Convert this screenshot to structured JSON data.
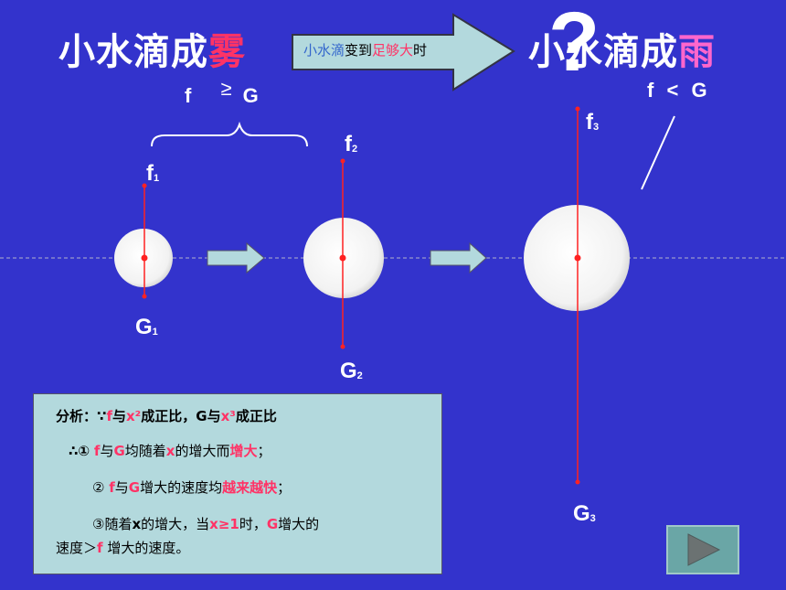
{
  "title_left": {
    "prefix": "小水滴成",
    "highlight": "雾"
  },
  "title_right": {
    "prefix": "小水滴成",
    "highlight": "雨"
  },
  "question_mark": "?",
  "arrow_banner": {
    "part1": "小水滴",
    "part2": "变到",
    "part3": "足够大",
    "part4": "时"
  },
  "relation_left": {
    "f": "f",
    "sign": "≥",
    "g": "G"
  },
  "relation_right": {
    "f": "f",
    "sign": "<",
    "g": "G"
  },
  "labels": {
    "f1": "f",
    "f1_sub": "1",
    "g1": "G",
    "g1_sub": "1",
    "f2": "f",
    "f2_sub": "2",
    "g2": "G",
    "g2_sub": "2",
    "f3": "f",
    "f3_sub": "3",
    "g3": "G",
    "g3_sub": "3"
  },
  "analysis": {
    "line1_a": "分析：∵",
    "line1_f": "f",
    "line1_b": "与",
    "line1_x2": "x²",
    "line1_c": "成正比，",
    "line1_g": "G",
    "line1_d": "与",
    "line1_x3": "x³",
    "line1_e": "成正比",
    "line2_a": "∴①",
    "line2_f": "f",
    "line2_b": "与",
    "line2_g": "G",
    "line2_c": "均随着",
    "line2_x": "x",
    "line2_d": "的增大而",
    "line2_e": "增大",
    "line2_f2": "；",
    "line3_a": "②",
    "line3_f": "f",
    "line3_b": "与",
    "line3_g": "G",
    "line3_c": "增大的速度均",
    "line3_d": "越来越快",
    "line3_e": "；",
    "line4_a": "③随着",
    "line4_x": "x",
    "line4_b": "的增大，当",
    "line4_x2": "x≥1",
    "line4_c": "时，",
    "line4_g": "G",
    "line4_d": "增大的",
    "line5_a": "速度＞",
    "line5_f": "f",
    "line5_b": " 增大的速度。"
  },
  "colors": {
    "background": "#3333cc",
    "highlight": "#ff3366",
    "force_line": "#ff2222",
    "box": "#b3d9dd"
  }
}
